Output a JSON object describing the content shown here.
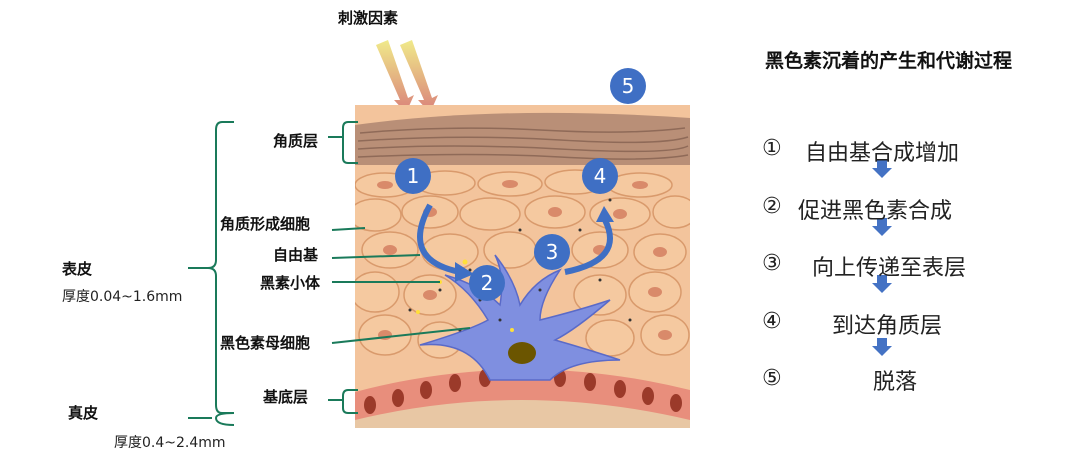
{
  "diagram": {
    "stimulus_label": "刺激因素",
    "labels": {
      "stratum_corneum": "角质层",
      "keratinocyte": "角质形成细胞",
      "free_radical": "自由基",
      "melanosome": "黑素小体",
      "melanocyte": "黑色素母细胞",
      "basal_layer": "基底层",
      "epidermis": "表皮",
      "epidermis_thickness": "厚度0.04~1.6mm",
      "dermis": "真皮",
      "dermis_thickness": "厚度0.4~2.4mm"
    },
    "markers": [
      "1",
      "2",
      "3",
      "4",
      "5"
    ],
    "colors": {
      "bracket": "#1a7a5a",
      "marker": "#3f6fc4",
      "arrow": "#4472c4"
    }
  },
  "process": {
    "title": "黑色素沉着的产生和代谢过程",
    "steps": [
      {
        "num": "①",
        "text": "自由基合成增加"
      },
      {
        "num": "②",
        "text": "促进黑色素合成"
      },
      {
        "num": "③",
        "text": "向上传递至表层"
      },
      {
        "num": "④",
        "text": "到达角质层"
      },
      {
        "num": "⑤",
        "text": "脱落"
      }
    ]
  }
}
